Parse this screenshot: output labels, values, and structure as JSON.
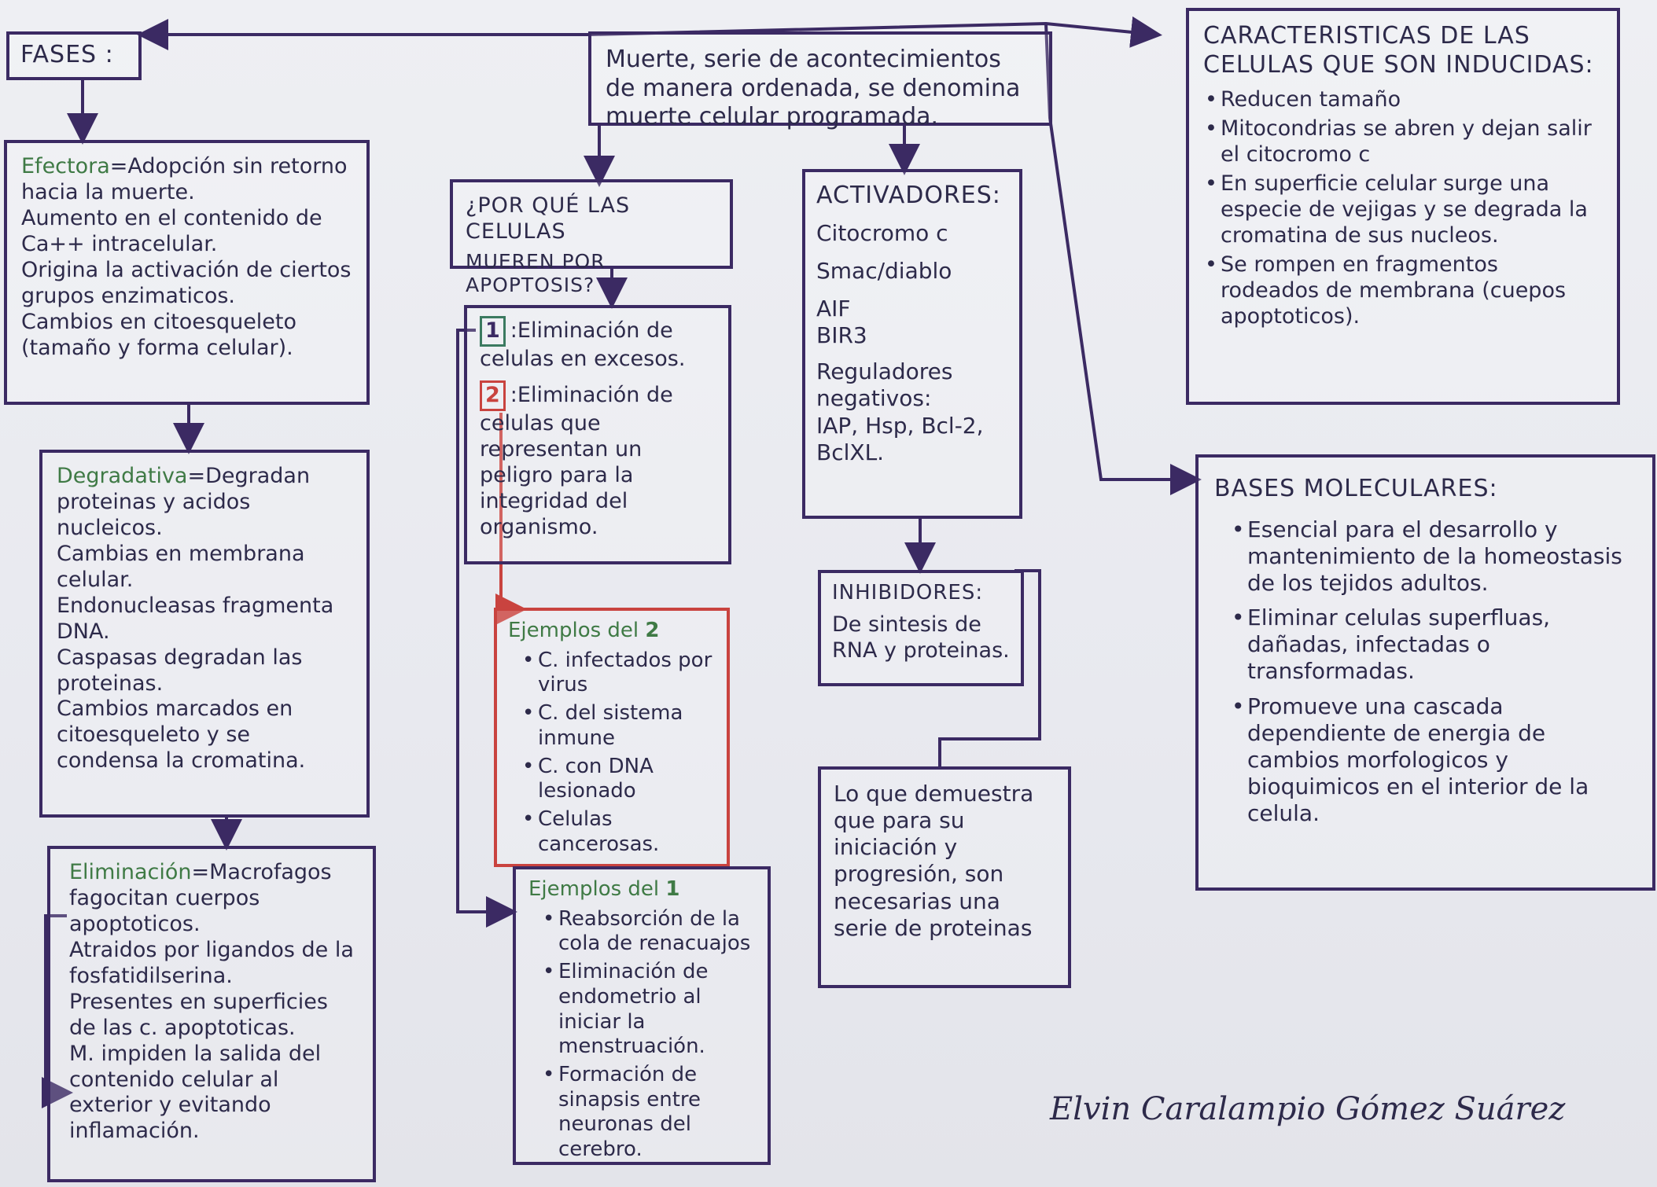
{
  "fases": {
    "label": "FASES :"
  },
  "center": {
    "text": "Muerte, serie de acontecimientos de manera ordenada, se denomina muerte celular programada."
  },
  "caracteristicas": {
    "title": "CARACTERISTICAS DE LAS CELULAS QUE SON INDUCIDAS:",
    "items": [
      "Reducen tamaño",
      "Mitocondrias se abren y dejan salir el citocromo c",
      "En superficie celular surge una especie de vejigas y se degrada la cromatina de sus nucleos.",
      "Se rompen en fragmentos rodeados de membrana (cuepos apoptoticos)."
    ]
  },
  "efectora": {
    "title": "Efectora",
    "lines": [
      "=Adopción sin retorno hacia la muerte.",
      "Aumento en el contenido de Ca++ intracelular.",
      "Origina la activación de ciertos grupos enzimaticos.",
      "Cambios en citoesqueleto (tamaño y forma celular)."
    ]
  },
  "degradativa": {
    "title": "Degradativa",
    "lines": [
      "=Degradan proteinas y acidos nucleicos.",
      "Cambias en membrana celular.",
      "Endonucleasas fragmenta DNA.",
      "Caspasas degradan las proteinas.",
      "Cambios marcados en citoesqueleto y se condensa la cromatina."
    ]
  },
  "eliminacion": {
    "title": "Eliminación",
    "lines": [
      "=Macrofagos fagocitan cuerpos apoptoticos.",
      "Atraidos por ligandos de la fosfatidilserina.",
      "Presentes en superficies de las c. apoptoticas.",
      "M. impiden la salida del contenido celular al exterior y evitando inflamación."
    ]
  },
  "porque": {
    "line1": "¿POR QUÉ LAS CELULAS",
    "line2": "MUEREN POR APOPTOSIS?"
  },
  "razones": {
    "item1_num": "1",
    "item1_text": ":Eliminación de celulas en excesos.",
    "item2_num": "2",
    "item2_text": ":Eliminación de celulas que representan un peligro para la integridad del organismo."
  },
  "ejemplos2": {
    "title_prefix": "Ejemplos del",
    "title_num": "2",
    "items": [
      "C. infectados por virus",
      "C. del sistema inmune",
      "C. con DNA lesionado",
      "Celulas cancerosas."
    ]
  },
  "ejemplos1": {
    "title_prefix": "Ejemplos del",
    "title_num": "1",
    "items": [
      "Reabsorción de la cola de renacuajos",
      "Eliminación de endometrio al iniciar la menstruación.",
      "Formación de sinapsis entre neuronas del cerebro."
    ]
  },
  "activadores": {
    "title": "ACTIVADORES:",
    "lines": [
      "Citocromo c",
      "Smac/diablo",
      "AIF",
      "BIR3",
      "Reguladores negativos:",
      "IAP, Hsp, Bcl-2, BclXL."
    ]
  },
  "inhibidores": {
    "title": "INHIBIDORES:",
    "text": "De sintesis de RNA y proteinas."
  },
  "demuestra": {
    "text": "Lo que demuestra que para su iniciación y progresión, son necesarias una serie de proteinas"
  },
  "bases": {
    "title": "BASES MOLECULARES:",
    "items": [
      "Esencial para el desarrollo y mantenimiento de la homeostasis de los tejidos adultos.",
      "Eliminar celulas superfluas, dañadas, infectadas o transformadas.",
      "Promueve una cascada dependiente de energia de cambios morfologicos y bioquimicos en el interior de la celula."
    ]
  },
  "signature": "Elvin Caralampio Gómez Suárez",
  "colors": {
    "ink": "#3b2a63",
    "green": "#3f7a45",
    "red": "#c9433f"
  }
}
